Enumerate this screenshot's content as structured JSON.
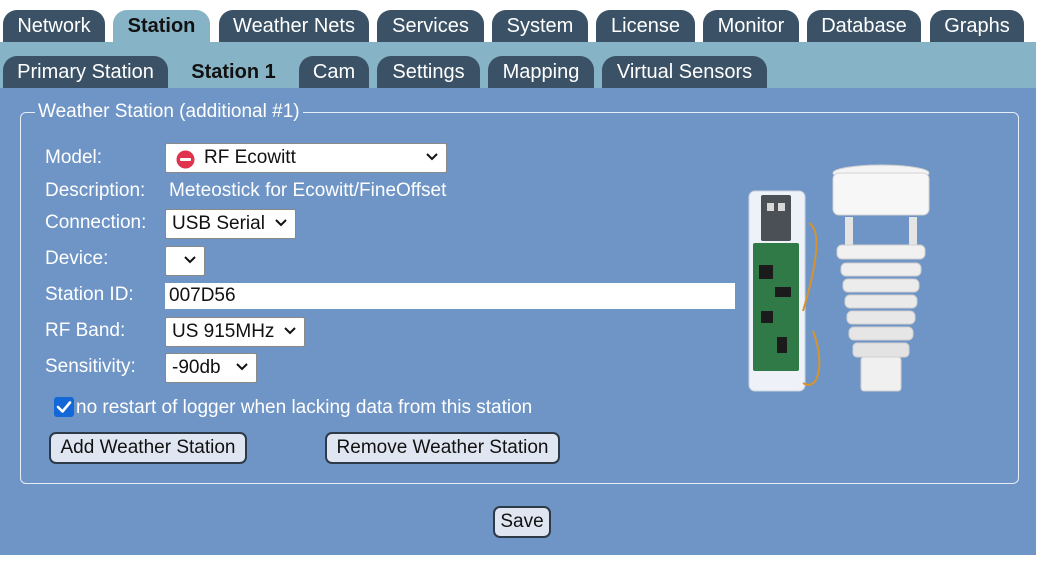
{
  "main_tabs": [
    {
      "label": "Network"
    },
    {
      "label": "Station"
    },
    {
      "label": "Weather Nets"
    },
    {
      "label": "Services"
    },
    {
      "label": "System"
    },
    {
      "label": "License"
    },
    {
      "label": "Monitor"
    },
    {
      "label": "Database"
    },
    {
      "label": "Graphs"
    }
  ],
  "sub_tabs": [
    {
      "label": "Primary Station"
    },
    {
      "label": "Station 1"
    },
    {
      "label": "Cam"
    },
    {
      "label": "Settings"
    },
    {
      "label": "Mapping"
    },
    {
      "label": "Virtual Sensors"
    }
  ],
  "form": {
    "legend": "Weather Station (additional #1)",
    "model_label": "Model:",
    "model_value": "RF Ecowitt",
    "description_label": "Description:",
    "description_value": "Meteostick for Ecowitt/FineOffset",
    "connection_label": "Connection:",
    "connection_value": "USB Serial",
    "device_label": "Device:",
    "device_value": "",
    "station_id_label": "Station ID:",
    "station_id_value": "007D56",
    "rf_band_label": "RF Band:",
    "rf_band_value": "US 915MHz",
    "sensitivity_label": "Sensitivity:",
    "sensitivity_value": "-90db",
    "no_restart_label": "no restart of logger when lacking data from this station",
    "no_restart_checked": true,
    "add_button": "Add Weather Station",
    "remove_button": "Remove Weather Station"
  },
  "save_button": "Save",
  "colors": {
    "tab_dark": "#3b5266",
    "tab_active": "#87b3c6",
    "panel_bg": "#6f95c6",
    "checkbox_blue": "#1467d6",
    "model_error_red": "#e0334d"
  },
  "icons": {
    "model_status": "no-entry-icon",
    "dropdown": "chevron-down-icon",
    "checkbox": "checkmark-icon"
  }
}
